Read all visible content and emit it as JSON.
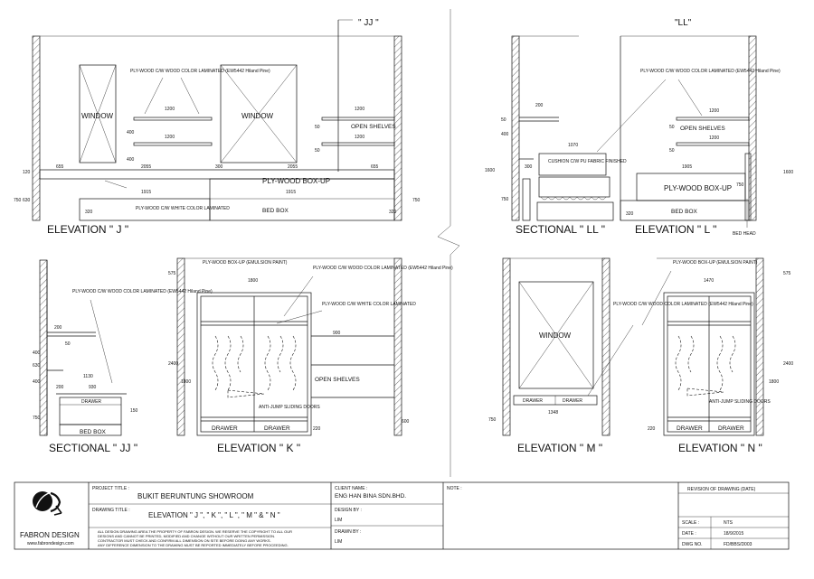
{
  "elevations": {
    "j": {
      "title": "ELEVATION \" J \"",
      "label_window_1": "WINDOW",
      "label_window_2": "WINDOW",
      "label_box_up": "PLY-WOOD BOX-UP",
      "label_bed_box": "BED BOX",
      "label_open_shelves": "OPEN SHELVES",
      "note_plywood_color": "PLY-WOOD C/W WOOD COLOR LAMINATED (EW5442 Hiland Pine)",
      "note_plywood_white": "PLY-WOOD C/W WHITE COLOR LAMINATED",
      "dims": {
        "d655a": "655",
        "d2055a": "2055",
        "d300": "300",
        "d2055b": "2055",
        "d655b": "655",
        "d1915a": "1915",
        "d1915b": "1915",
        "d1200a": "1200",
        "d1200b": "1200",
        "d1200c": "1200",
        "d1200d": "1200",
        "d400a": "400",
        "d400b": "400",
        "d50a": "50",
        "d50b": "50",
        "d120": "120",
        "d750a": "750",
        "d630": "630",
        "d750b": "750",
        "d320a": "320",
        "d320b": "320"
      }
    },
    "jj": {
      "marker": "\" JJ \"",
      "title": "SECTIONAL \" JJ \"",
      "note": "PLY-WOOD C/W WOOD COLOR LAMINATED (EW5442 Hiland Pine)",
      "label_bed_box": "BED BOX",
      "label_drawer": "DRAWER",
      "dims": {
        "d200a": "200",
        "d50": "50",
        "d400a": "400",
        "d400b": "400",
        "d630": "630",
        "d1130": "1130",
        "d200b": "200",
        "d930": "930",
        "d150": "150",
        "d750": "750"
      }
    },
    "k": {
      "title": "ELEVATION \" K \"",
      "note_boxup": "PLY-WOOD BOX-UP (EMULSION PAINT)",
      "note_color": "PLY-WOOD C/W WOOD COLOR LAMINATED (EW5442 Hiland Pine)",
      "note_white": "PLY-WOOD C/W WHITE COLOR LAMINATED",
      "label_open_shelves": "OPEN SHELVES",
      "note_doors": "ANTI-JUMP SLIDING DOORS",
      "label_drawer_1": "DRAWER",
      "label_drawer_2": "DRAWER",
      "dims": {
        "d1800": "1800",
        "d900": "900",
        "d575": "575",
        "d2400": "2400",
        "d1800v": "1800",
        "d600": "600",
        "d220": "220"
      }
    },
    "ll": {
      "marker": "\"LL\"",
      "title": "SECTIONAL \" LL \"",
      "note_cushion": "CUSHION C/W PU FABRIC FINISHED",
      "dims": {
        "d200": "200",
        "d400": "400",
        "d300": "300",
        "d1600": "1600",
        "d750": "750",
        "d1070": "1070",
        "d50": "50"
      }
    },
    "l": {
      "title": "ELEVATION \" L \"",
      "note_color": "PLY-WOOD C/W WOOD COLOR LAMINATED (EW5442 Hiland Pine)",
      "label_open_shelves": "OPEN SHELVES",
      "label_box_up": "PLY-WOOD BOX-UP",
      "label_bed_box": "BED BOX",
      "label_bed_head": "BED HEAD",
      "dims": {
        "d1200a": "1200",
        "d1200b": "1200",
        "d1905": "1905",
        "d50a": "50",
        "d50b": "50",
        "d1600": "1600",
        "d750": "750",
        "d320": "320"
      }
    },
    "m": {
      "title": "ELEVATION \" M \"",
      "label_window": "WINDOW",
      "note_color": "PLY-WOOD C/W WOOD COLOR LAMINATED (EW5442 Hiland Pine)",
      "label_drawer_1": "DRAWER",
      "label_drawer_2": "DRAWER",
      "dims": {
        "d1348": "1348",
        "d750": "750"
      }
    },
    "n": {
      "title": "ELEVATION \" N \"",
      "note_boxup": "PLY-WOOD BOX-UP (EMULSION PAINT)",
      "note_doors": "ANTI-JUMP SLIDING DOORS",
      "label_drawer_1": "DRAWER",
      "label_drawer_2": "DRAWER",
      "dims": {
        "d1470": "1470",
        "d575": "575",
        "d2400": "2400",
        "d1800": "1800",
        "d220": "220"
      }
    }
  },
  "title_block": {
    "company": "FABRON DESIGN",
    "website": "www.fabrondesign.com",
    "project_label": "PROJECT TITLE :",
    "project_value": "BUKIT BERUNTUNG SHOWROOM",
    "drawing_label": "DRAWING TITLE :",
    "drawing_value": "ELEVATION \" J \", \" K \", \" L \", \" M \" & \" N \"",
    "disclaimer": [
      "ALL DESIGN DRAWING AREA THE PROPERTY OF FABRON DESIGN. WE RESERVE THE COPYRIGHT TO ALL OUR",
      "DESIGNS AND CANNOT BE PRINTED, MODIFIED AND CHANGE WITHOUT OUR WRITTEN PERMISSION.",
      "CONTRACTOR MUST CHECK AND CONFIRM ALL DIMENSION ON SITE BEFORE DOING ANY WORKS.",
      "ANY DIFFERENCE DIMENSION TO THE DRAWING MUST BE REPORTED IMMEDIATELY BEFORE PROCEEDING."
    ],
    "client_label": "CLIENT NAME :",
    "client_value": "ENG HAN BINA SDN.BHD.",
    "design_label": "DESIGN BY :",
    "design_value": "LIM",
    "drawn_label": "DRAWN BY :",
    "drawn_value": "LIM",
    "note_label": "NOTE :",
    "revision_label": "REVISION OF DRAWING (DATE)",
    "scale_label": "SCALE :",
    "scale_value": "NTS",
    "date_label": "DATE :",
    "date_value": "18/9/2015",
    "dwg_label": "DWG NO.",
    "dwg_value": "FD/BBS/D003"
  }
}
